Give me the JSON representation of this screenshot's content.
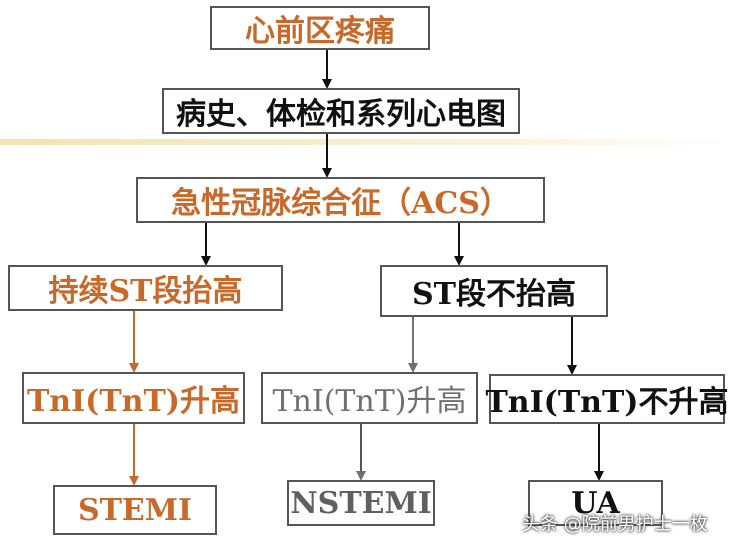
{
  "nodes": {
    "chest_pain": "心前区疼痛",
    "history_ecg": "病史、体检和系列心电图",
    "acs": "急性冠脉综合征（ACS）",
    "st_elevation": "持续ST段抬高",
    "no_st_elevation": "ST段不抬高",
    "tni_rise_left": "TnI(TnT)升高",
    "tni_rise_mid": "TnI(TnT)升高",
    "tni_no_rise": "TnI(TnT)不升高",
    "stemi": "STEMI",
    "nstemi": "NSTEMI",
    "ua": "UA"
  },
  "watermark": "头条 @院前男护士一枚",
  "colors": {
    "orange": "#c8692a",
    "black": "#111111",
    "gray": "#707070"
  }
}
